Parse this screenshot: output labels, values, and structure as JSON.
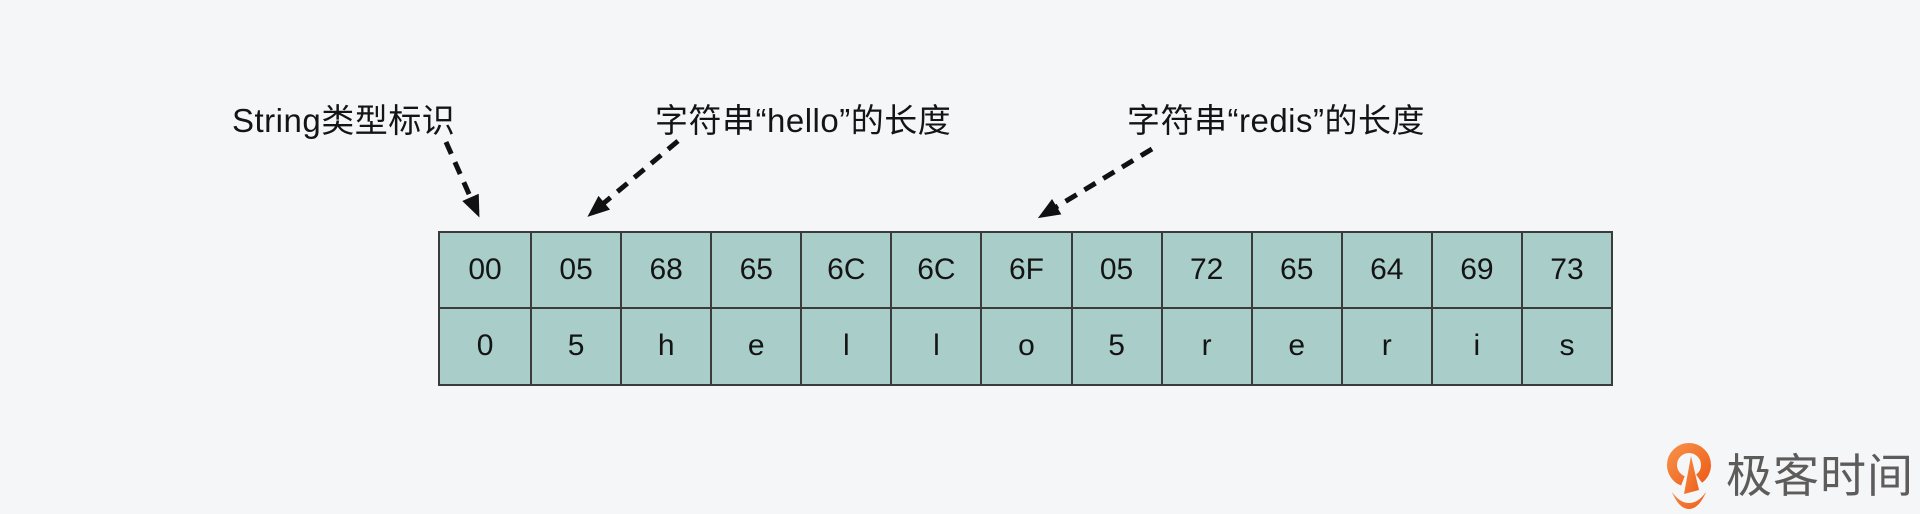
{
  "annotations": [
    {
      "text": "String类型标识"
    },
    {
      "text": "字符串“hello”的长度"
    },
    {
      "text": "字符串“redis”的长度"
    }
  ],
  "byte_table": {
    "hex": [
      "00",
      "05",
      "68",
      "65",
      "6C",
      "6C",
      "6F",
      "05",
      "72",
      "65",
      "64",
      "69",
      "73"
    ],
    "chars": [
      "0",
      "5",
      "h",
      "e",
      "l",
      "l",
      "o",
      "5",
      "r",
      "e",
      "r",
      "i",
      "s"
    ]
  },
  "logo": {
    "text": "极客时间",
    "icon": "geektime-pin-icon"
  },
  "colors": {
    "background": "#f5f6f7",
    "cell_fill": "#a9cdc9",
    "cell_border": "#3b3b3b",
    "text": "#141414",
    "logo_orange_1": "#f78d45",
    "logo_orange_2": "#ee5f1a",
    "logo_text_gray": "#5e5b5b"
  }
}
